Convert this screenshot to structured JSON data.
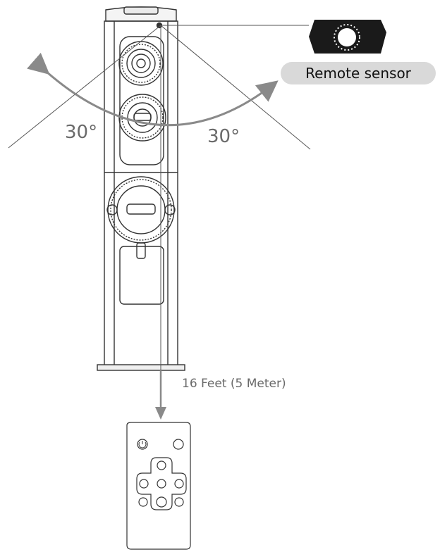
{
  "labels": {
    "sensor": "Remote sensor",
    "angle_left": "30°",
    "angle_right": "30°",
    "distance": "16 Feet (5 Meter)"
  },
  "colors": {
    "line": "#555555",
    "arrow": "#8a8a8a",
    "pill": "#d9d9d9",
    "sensor_box": "#1a1a1a"
  },
  "icons": {
    "remote_power": "power-icon",
    "remote_mute": "mute-icon"
  }
}
